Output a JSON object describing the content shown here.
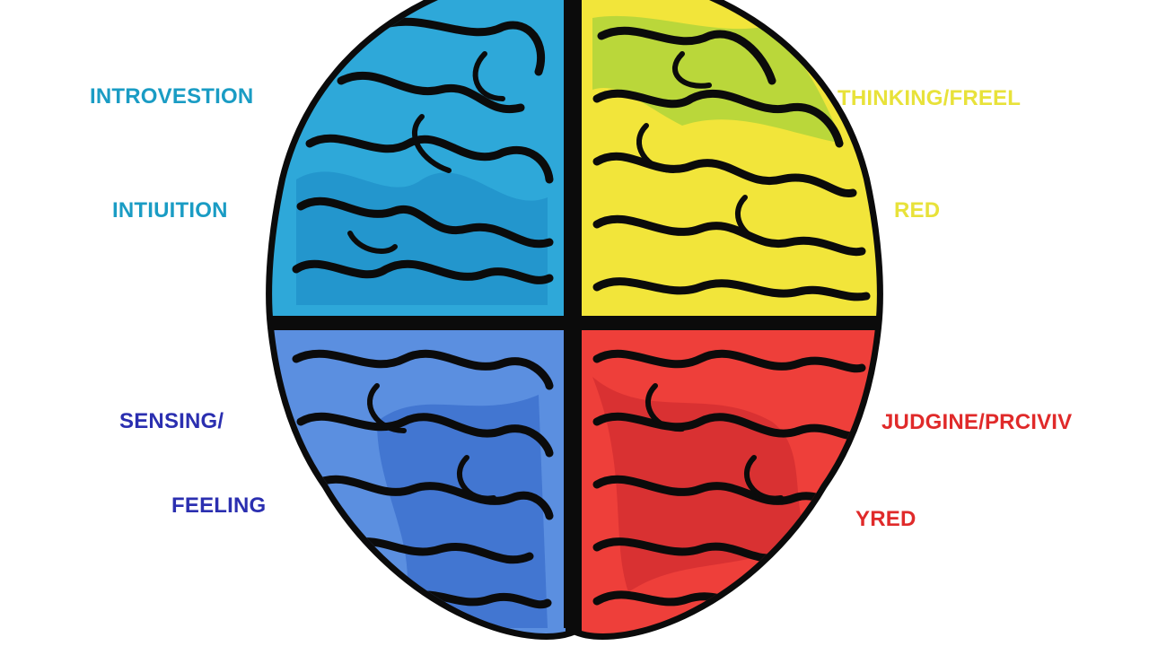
{
  "labels": {
    "top_left": [
      "INTROVESTION",
      "INTIUITION"
    ],
    "top_right": [
      "THINKING/FREEL",
      "RED"
    ],
    "bottom_left": [
      "SENSING/",
      "FEELING"
    ],
    "bottom_right": [
      "JUDGINE/PRCIVIV",
      "YRED"
    ]
  },
  "colors": {
    "top_left": "#2ea8d9",
    "top_left_dark": "#1b86c2",
    "top_right": "#f2e53a",
    "top_right_accent": "#8ccc3a",
    "bottom_left": "#5b8fe0",
    "bottom_left_dark": "#2d63c4",
    "bottom_right": "#ee3f3a",
    "bottom_right_dark": "#c9262b",
    "outline": "#0b0b0b",
    "label_teal": "#1a9cc4",
    "label_yellow": "#e8e23a",
    "label_blue": "#2b2fb0",
    "label_red": "#e02a2a"
  }
}
